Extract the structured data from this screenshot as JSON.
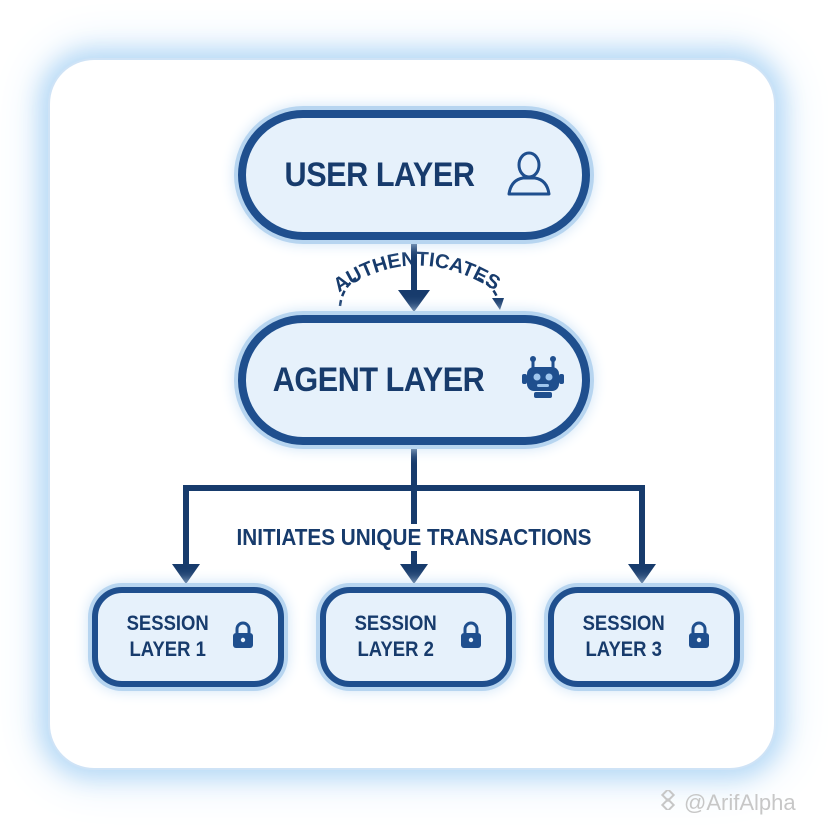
{
  "layers": {
    "user": {
      "label": "USER LAYER",
      "icon": "user-icon"
    },
    "agent": {
      "label": "AGENT LAYER",
      "icon": "robot-icon"
    },
    "sessions": [
      {
        "line1": "SESSION",
        "line2": "LAYER 1",
        "icon": "lock-icon"
      },
      {
        "line1": "SESSION",
        "line2": "LAYER 2",
        "icon": "lock-icon"
      },
      {
        "line1": "SESSION",
        "line2": "LAYER 3",
        "icon": "lock-icon"
      }
    ]
  },
  "connections": {
    "user_to_agent": "AUTHENTICATES",
    "agent_to_sessions": "INITIATES UNIQUE TRANSACTIONS"
  },
  "watermark": "@ArifAlpha",
  "colors": {
    "primary": "#1f4f8e",
    "box_fill": "#e6f1fb",
    "text": "#173b6c",
    "glow": "#b9dbf7"
  }
}
